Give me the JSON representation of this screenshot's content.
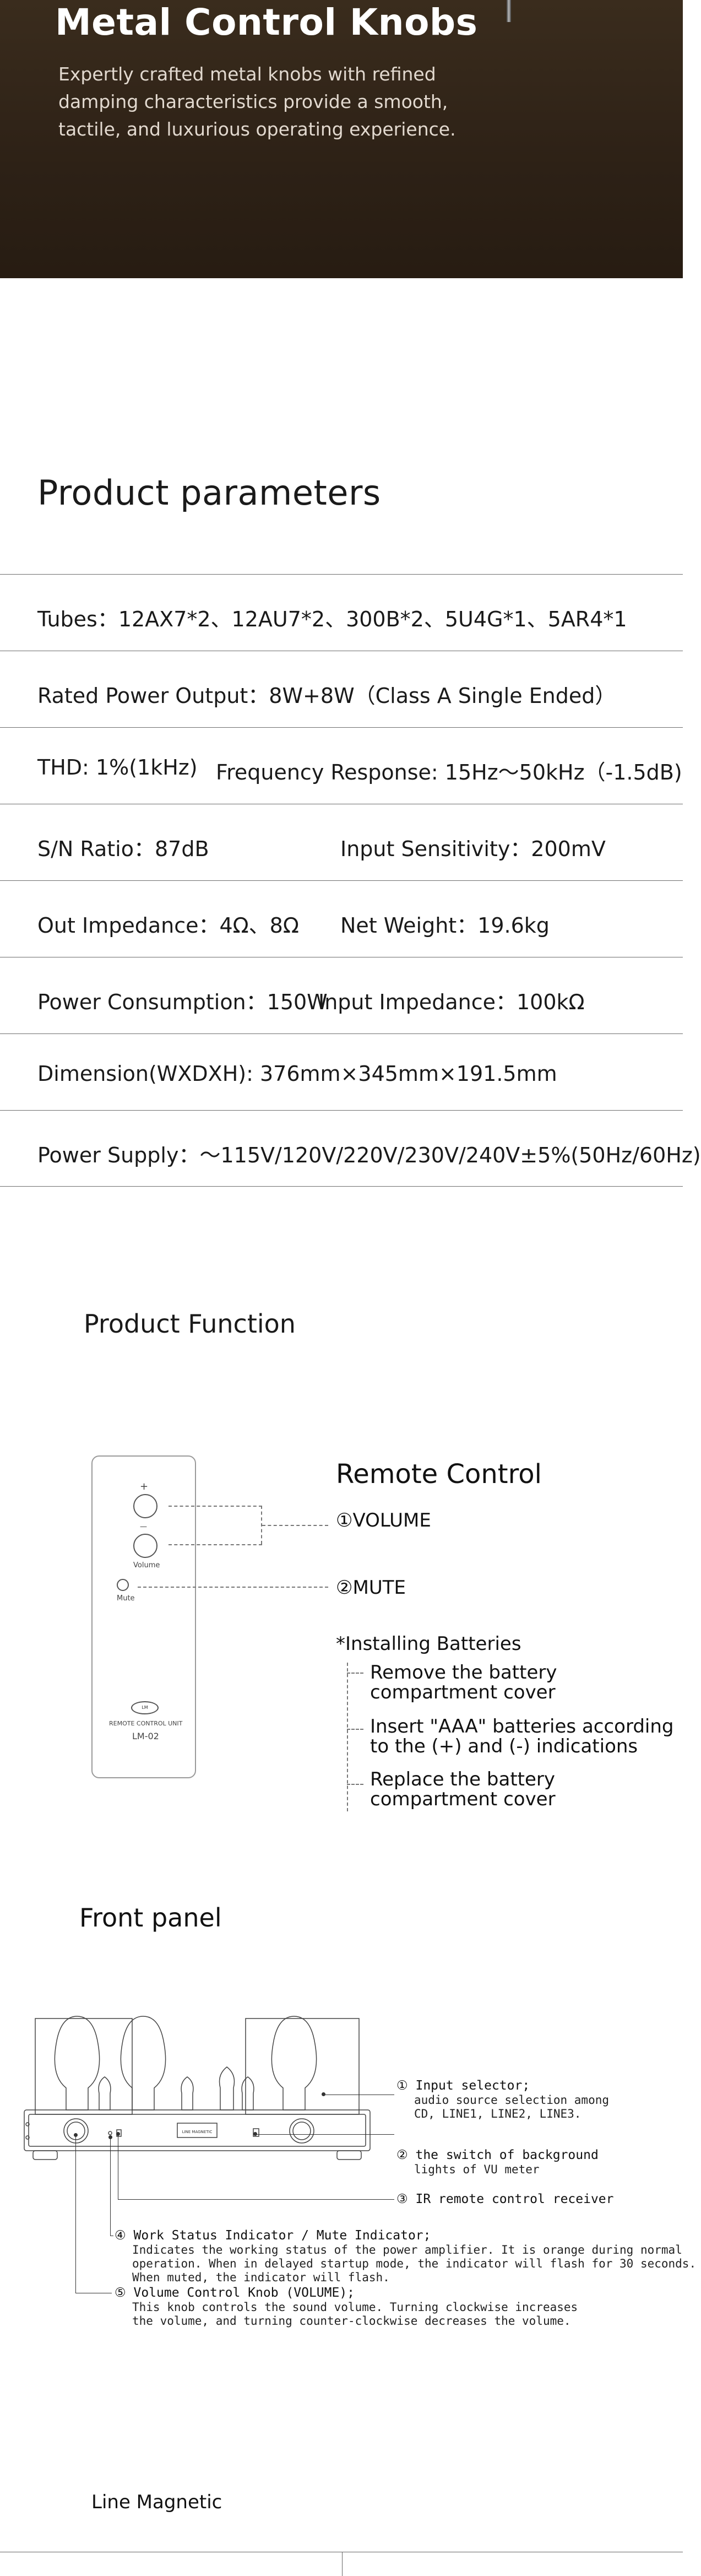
{
  "hero": {
    "title": "Metal Control Knobs",
    "description": "Expertly crafted metal knobs with refined damping characteristics provide a smooth, tactile, and luxurious operating experience."
  },
  "parameters": {
    "title": "Product parameters",
    "rows": [
      {
        "cells": [
          "Tubes：12AX7*2、12AU7*2、300B*2、5U4G*1、5AR4*1"
        ]
      },
      {
        "cells": [
          "Rated Power Output：8W+8W（Class A Single Ended）"
        ]
      },
      {
        "cells": [
          "THD: 1%(1kHz)",
          "Frequency Response: 15Hz～50kHz（-1.5dB)"
        ]
      },
      {
        "cells": [
          "S/N Ratio：87dB",
          "Input Sensitivity：200mV"
        ]
      },
      {
        "cells": [
          "Out Impedance：4Ω、8Ω",
          "Net Weight：19.6kg"
        ]
      },
      {
        "cells": [
          "Power Consumption：150W",
          "Input Impedance：100kΩ"
        ]
      },
      {
        "cells": [
          "Dimension(WXDXH): 376mm×345mm×191.5mm"
        ]
      },
      {
        "cells": [
          "Power Supply：～115V/120V/220V/230V/240V±5%(50Hz/60Hz)"
        ]
      }
    ]
  },
  "function": {
    "title": "Product Function",
    "remote": {
      "plus": "+",
      "minus": "—",
      "volume_small": "Volume",
      "mute_small": "Mute",
      "logo": "LM",
      "unit": "REMOTE CONTROL UNIT",
      "model": "LM-02"
    },
    "remote_control": {
      "title": "Remote Control",
      "volume": "①VOLUME",
      "mute": "②MUTE",
      "batteries_title": "*Installing Batteries",
      "steps": [
        "Remove the battery compartment cover",
        "Insert \"AAA\" batteries according to the (+) and (-) indications",
        "Replace the battery compartment cover"
      ]
    }
  },
  "front_panel": {
    "title": "Front panel",
    "amp_brand": "LINE MAGNETIC",
    "notes": [
      {
        "label": "① Input selector;",
        "desc": "audio source selection among\nCD, LINE1, LINE2, LINE3."
      },
      {
        "label": "② the switch of background",
        "desc": "lights of VU meter"
      },
      {
        "label": "③ IR remote control receiver",
        "desc": ""
      },
      {
        "label": "④ Work Status Indicator / Mute Indicator;",
        "desc": "Indicates the working status of the power amplifier. It is orange during normal\noperation. When in delayed startup mode, the indicator will flash for 30 seconds.\nWhen muted, the indicator will flash."
      },
      {
        "label": "⑤ Volume Control Knob (VOLUME);",
        "desc": "This knob controls the sound volume. Turning clockwise increases\nthe volume, and turning counter-clockwise decreases the volume."
      }
    ]
  },
  "footer": {
    "brand": "Line Magnetic"
  }
}
